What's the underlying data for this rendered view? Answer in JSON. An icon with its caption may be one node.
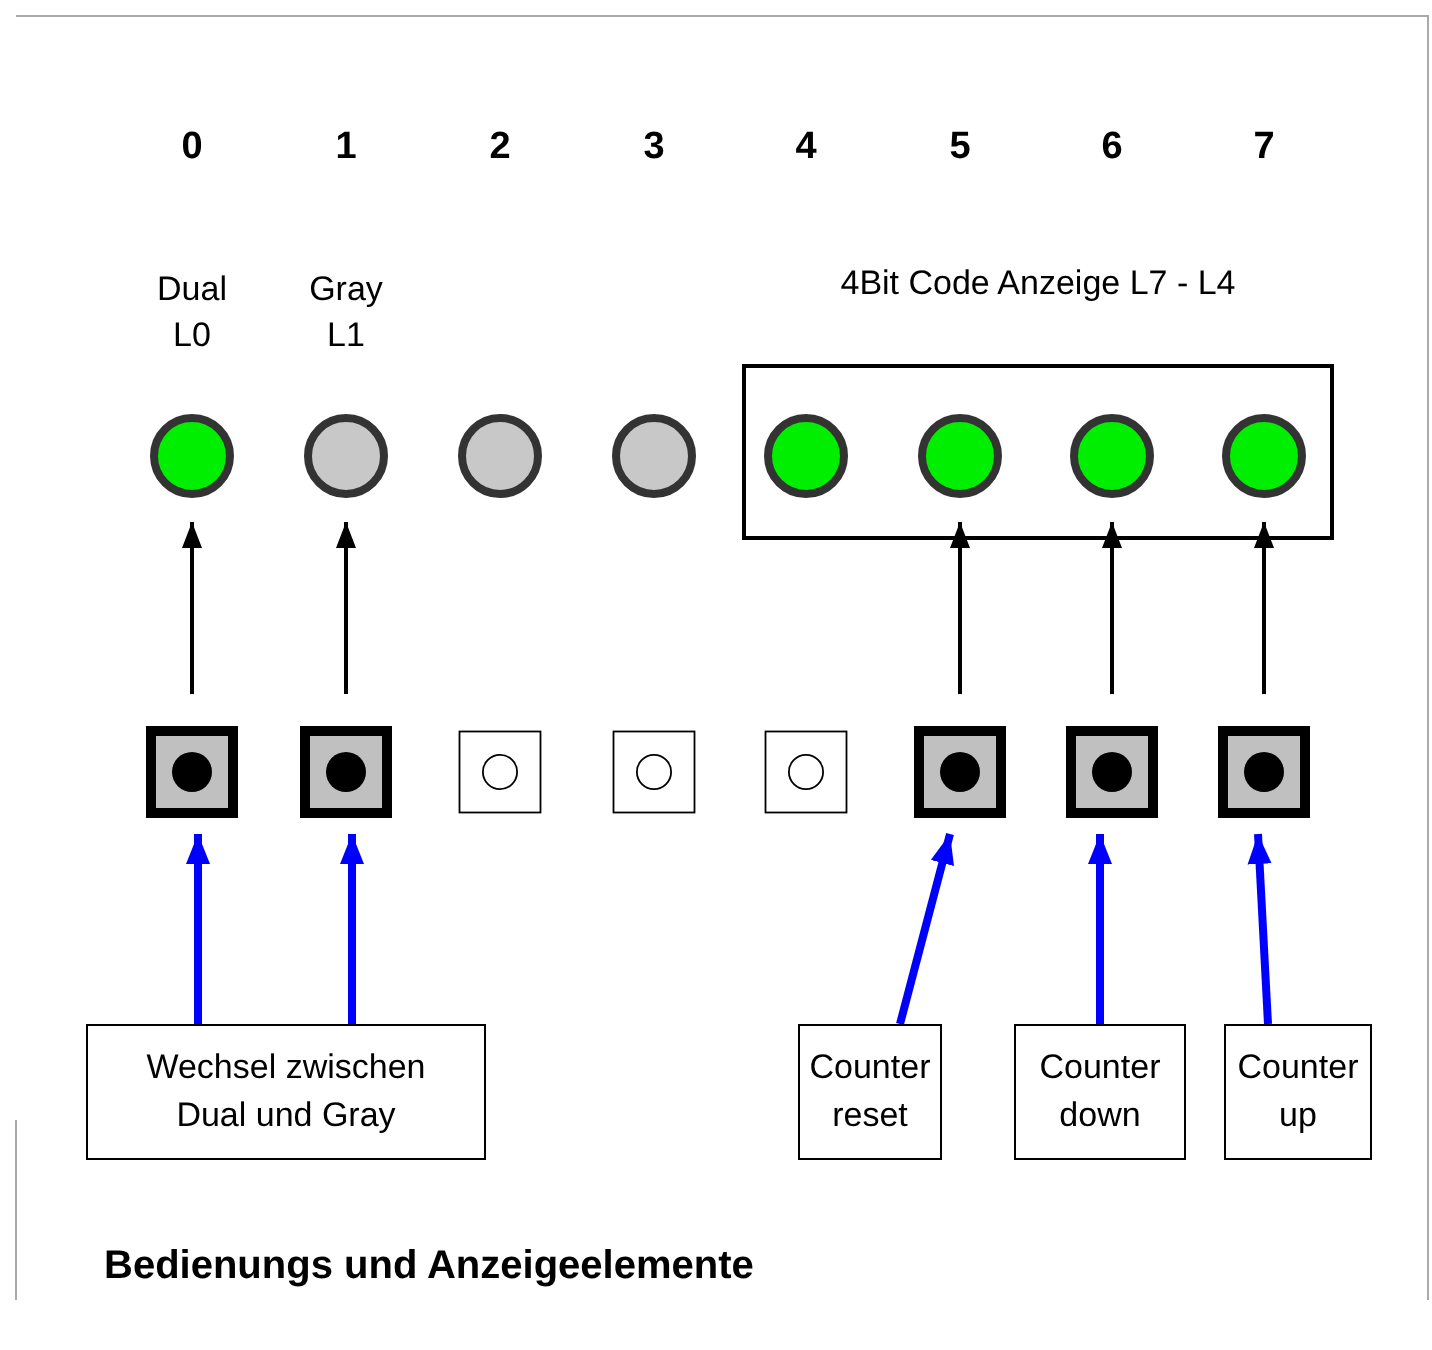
{
  "diagram": {
    "caption": "Bedienungs und Anzeigeelemente",
    "nodes": [
      {
        "text": [],
        "shape": "circle",
        "beside": [
          "Dual L0"
        ]
      },
      {
        "text": [],
        "shape": "circle",
        "beside": [
          "Gray L1"
        ]
      },
      {
        "text": [],
        "shape": "circle"
      },
      {
        "text": [],
        "shape": "circle"
      },
      {
        "text": [
          "4Bit Code Anzeige L7 - L4"
        ]
      },
      {
        "text": [],
        "shape": "circle",
        "in": 4
      },
      {
        "text": [],
        "shape": "circle",
        "in": 4
      },
      {
        "text": [],
        "shape": "circle",
        "in": 4
      },
      {
        "text": [],
        "shape": "circle",
        "in": 4
      },
      {
        "text": [],
        "shape": "button"
      },
      {
        "text": [],
        "shape": "button"
      },
      {
        "text": [],
        "shape": "button"
      },
      {
        "text": [],
        "shape": "button"
      },
      {
        "text": [],
        "shape": "button"
      },
      {
        "text": [],
        "shape": "button"
      },
      {
        "text": [],
        "shape": "button"
      },
      {
        "text": [],
        "shape": "button"
      },
      {
        "text": [
          "Wechsel zwischen Dual und Gray"
        ]
      },
      {
        "text": [
          "Counter reset"
        ]
      },
      {
        "text": [
          "Counter down"
        ]
      },
      {
        "text": [
          "Counter up"
        ]
      }
    ],
    "edges": [
      {
        "from": 9,
        "to": 0,
        "arrow": "to"
      },
      {
        "from": 10,
        "to": 1,
        "arrow": "to"
      },
      {
        "from": 14,
        "to": 6,
        "arrow": "to"
      },
      {
        "from": 15,
        "to": 7,
        "arrow": "to"
      },
      {
        "from": 16,
        "to": 8,
        "arrow": "to"
      },
      {
        "from": 17,
        "to": 9,
        "arrow": "to",
        "style": "thick",
        "color": "#0000ff"
      },
      {
        "from": 17,
        "to": 10,
        "arrow": "to",
        "style": "thick",
        "color": "#0000ff"
      },
      {
        "from": 18,
        "to": 14,
        "arrow": "to",
        "style": "thick",
        "color": "#0000ff"
      },
      {
        "from": 19,
        "to": 15,
        "arrow": "to",
        "style": "thick",
        "color": "#0000ff"
      },
      {
        "from": 20,
        "to": 16,
        "arrow": "to",
        "style": "thick",
        "color": "#0000ff"
      }
    ],
    "labels": [
      "0",
      "1",
      "2",
      "3",
      "4",
      "5",
      "6",
      "7"
    ]
  }
}
